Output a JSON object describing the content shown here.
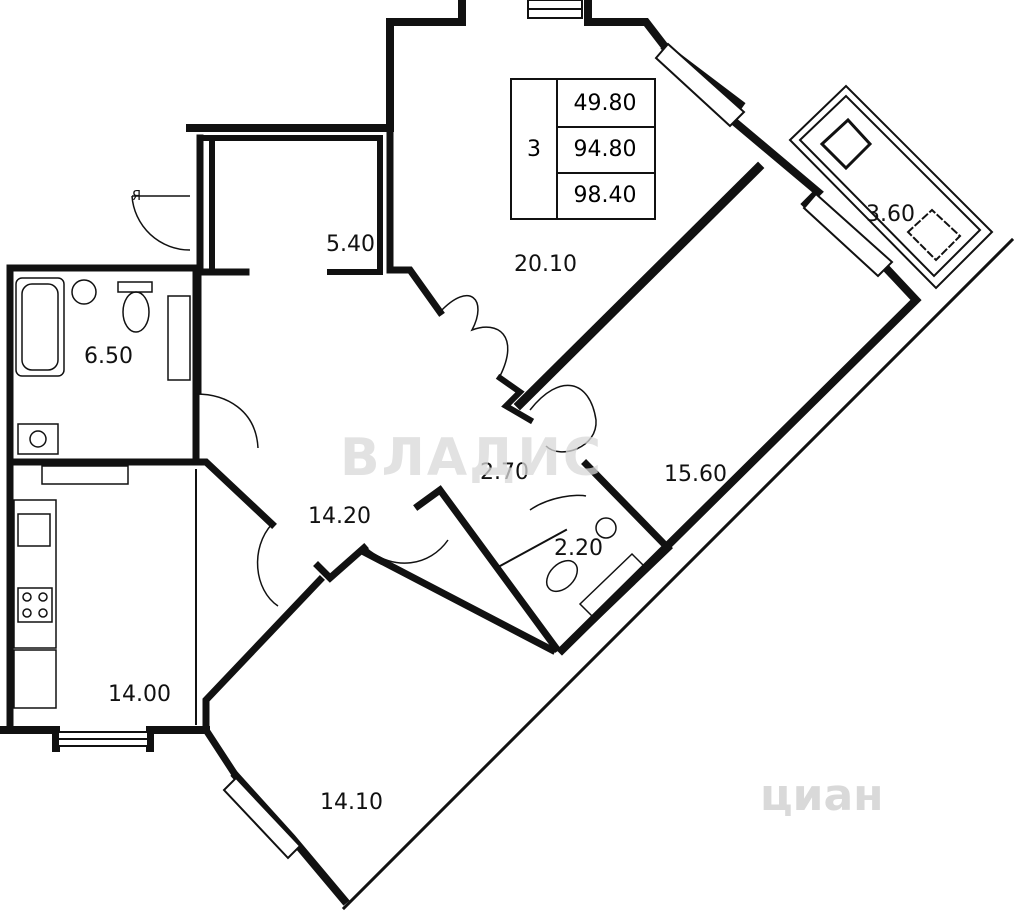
{
  "summary": {
    "rooms_count": "3",
    "living_area": "49.80",
    "total_area": "94.80",
    "total_area_with_balcony": "98.40"
  },
  "rooms": {
    "hall_closet": "5.40",
    "living_room": "20.10",
    "bathroom": "6.50",
    "corridor": "2.70",
    "hallway": "14.20",
    "bedroom_east": "15.60",
    "toilet": "2.20",
    "kitchen": "14.00",
    "bedroom_south": "14.10",
    "balcony": "3.60"
  },
  "door_marker": "Я",
  "watermarks": {
    "brand": "ВЛАДИС",
    "cian": "циан"
  }
}
